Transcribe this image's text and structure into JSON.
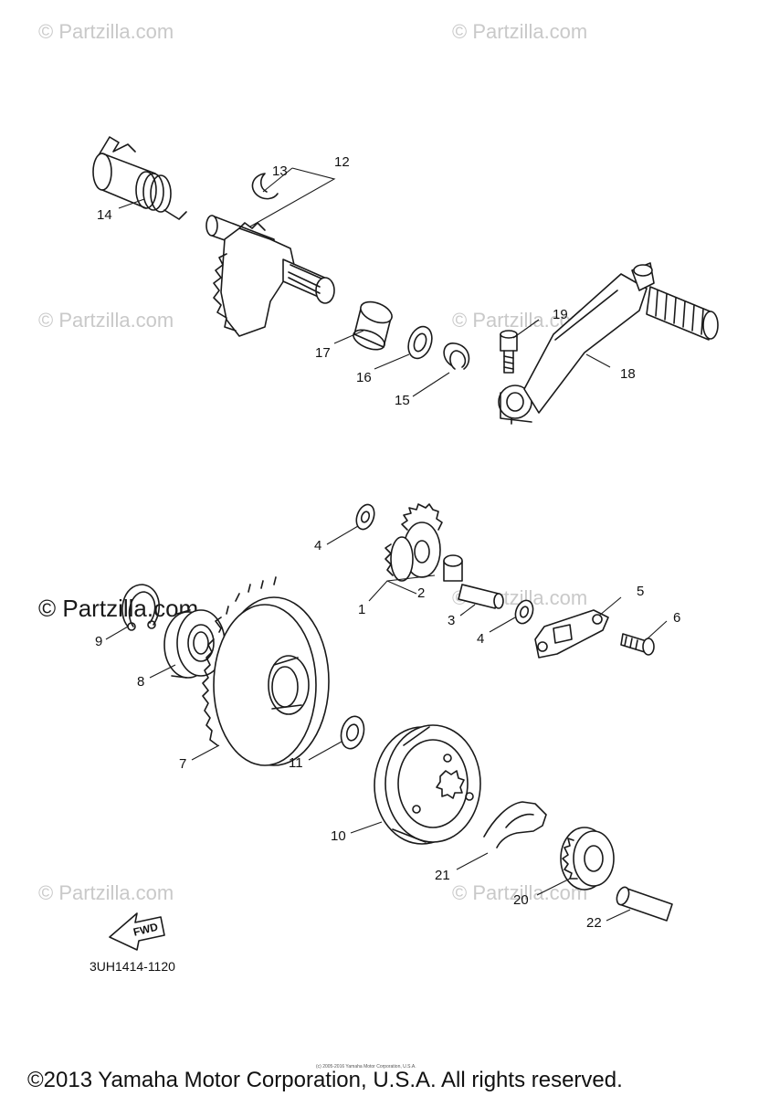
{
  "watermarks": [
    "© Partzilla.com",
    "© Partzilla.com",
    "© Partzilla.com",
    "© Partzilla.com",
    "© Partzilla.com",
    "© Partzilla.com",
    "© Partzilla.com",
    "© Partzilla.com"
  ],
  "callouts": {
    "c1": "1",
    "c2": "2",
    "c3": "3",
    "c4a": "4",
    "c4b": "4",
    "c5": "5",
    "c6": "6",
    "c7": "7",
    "c8": "8",
    "c9": "9",
    "c10": "10",
    "c11": "11",
    "c12": "12",
    "c13": "13",
    "c14": "14",
    "c15": "15",
    "c16": "16",
    "c17": "17",
    "c18": "18",
    "c19": "19",
    "c20": "20",
    "c21": "21",
    "c22": "22"
  },
  "fwd_label": "FWD",
  "diagram_code": "3UH1414-1120",
  "tiny_notice": "(c) 2005-2016 Yamaha Motor Corporation, U.S.A.",
  "copyright": "©2013 Yamaha Motor Corporation, U.S.A. All rights reserved."
}
